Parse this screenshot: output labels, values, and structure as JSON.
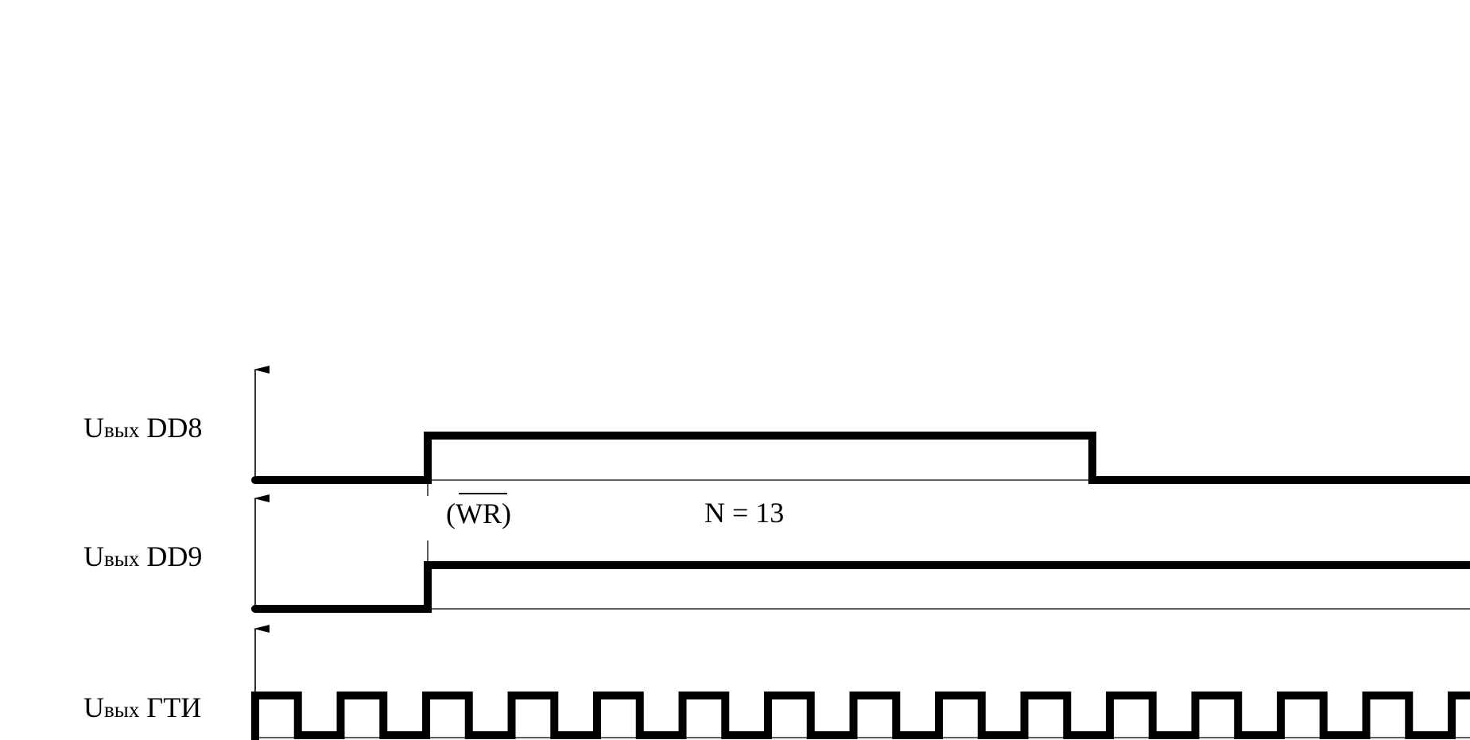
{
  "signals": [
    {
      "label_main": "U",
      "label_sub": "вых",
      "label_suffix": " DD8"
    },
    {
      "label_main": "U",
      "label_sub": "вых",
      "label_suffix": " DD9"
    },
    {
      "label_main": "U",
      "label_sub": "вых",
      "label_suffix": " ГТИ"
    }
  ],
  "annotations": {
    "wr_open": "(",
    "wr_text": "WR",
    "wr_close": ")",
    "count": "N = 13"
  },
  "colors": {
    "stroke": "#000000",
    "background": "#ffffff"
  }
}
